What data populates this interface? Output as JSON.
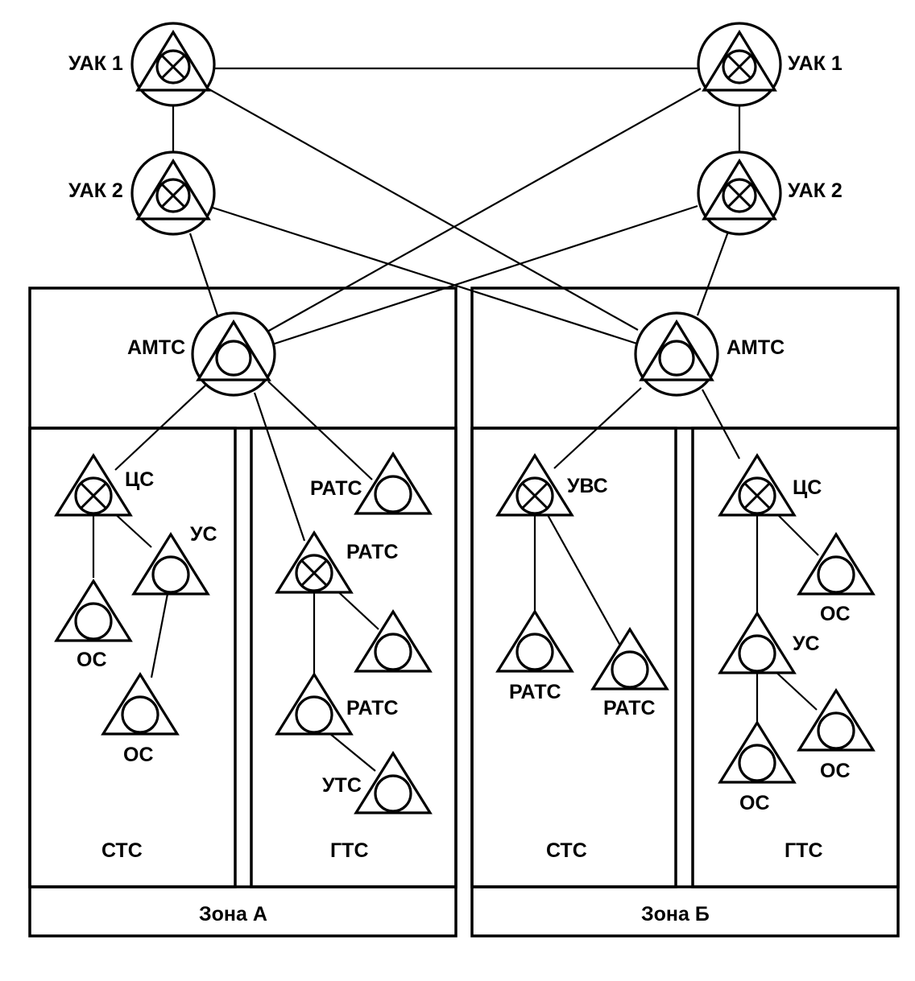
{
  "nodes": {
    "uak1_left": {
      "label": "УАК 1"
    },
    "uak1_right": {
      "label": "УАК 1"
    },
    "uak2_left": {
      "label": "УАК 2"
    },
    "uak2_right": {
      "label": "УАК 2"
    },
    "amts_left": {
      "label": "АМТС"
    },
    "amts_right": {
      "label": "АМТС"
    },
    "cs_a": {
      "label": "ЦС"
    },
    "us_a": {
      "label": "УС"
    },
    "os_a1": {
      "label": "ОС"
    },
    "os_a2": {
      "label": "ОС"
    },
    "rats_a_top": {
      "label": "РАТС"
    },
    "rats_a_mid": {
      "label": "РАТС"
    },
    "rats_a_unlabeled": {
      "label": ""
    },
    "rats_a_low": {
      "label": "РАТС"
    },
    "uts_a": {
      "label": "УТС"
    },
    "uvs_b": {
      "label": "УВС"
    },
    "rats_b1": {
      "label": "РАТС"
    },
    "rats_b2": {
      "label": "РАТС"
    },
    "cs_b": {
      "label": "ЦС"
    },
    "os_b1": {
      "label": "ОС"
    },
    "us_b": {
      "label": "УС"
    },
    "os_b2": {
      "label": "ОС"
    },
    "os_b3": {
      "label": "ОС"
    }
  },
  "subnets": {
    "a_rural": "СТС",
    "a_city": "ГТС",
    "b_rural": "СТС",
    "b_city": "ГТС"
  },
  "zones": {
    "a": "Зона А",
    "b": "Зона Б"
  }
}
